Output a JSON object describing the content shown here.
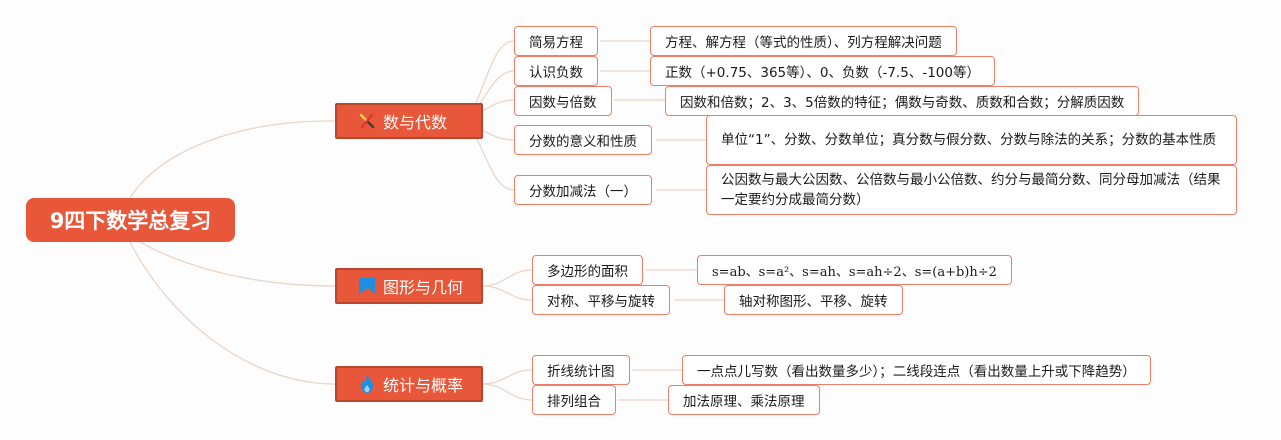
{
  "root": {
    "label": "9四下数学总复习"
  },
  "branches": [
    {
      "label": "数与代数",
      "icon": "tools-icon",
      "topics": [
        {
          "label": "简易方程",
          "detail": "方程、解方程（等式的性质）、列方程解决问题"
        },
        {
          "label": "认识负数",
          "detail": "正数（+0.75、365等）、0、负数（-7.5、-100等）"
        },
        {
          "label": "因数与倍数",
          "detail": "因数和倍数；2、3、5倍数的特征；偶数与奇数、质数和合数；分解质因数"
        },
        {
          "label": "分数的意义和性质",
          "detail": "单位“1”、分数、分数单位；真分数与假分数、分数与除法的关系；分数的基本性质"
        },
        {
          "label": "分数加减法（一）",
          "detail": "公因数与最大公因数、公倍数与最小公倍数、约分与最简分数、同分母加减法（结果一定要约分成最简分数）"
        }
      ]
    },
    {
      "label": "图形与几何",
      "icon": "shape-icon",
      "topics": [
        {
          "label": "多边形的面积",
          "detail": "s=ab、s=a²、s=ah、s=ah÷2、s=(a+b)h÷2"
        },
        {
          "label": "对称、平移与旋转",
          "detail": "轴对称图形、平移、旋转"
        }
      ]
    },
    {
      "label": "统计与概率",
      "icon": "flame-icon",
      "topics": [
        {
          "label": "折线统计图",
          "detail": "一点点儿写数（看出数量多少）；二线段连点（看出数量上升或下降趋势）"
        },
        {
          "label": "排列组合",
          "detail": "加法原理、乘法原理"
        }
      ]
    }
  ],
  "colors": {
    "accent": "#e9573a",
    "border": "#ee7e66",
    "link": "#e8d8cc",
    "icon_blue": "#1e8fe0"
  }
}
